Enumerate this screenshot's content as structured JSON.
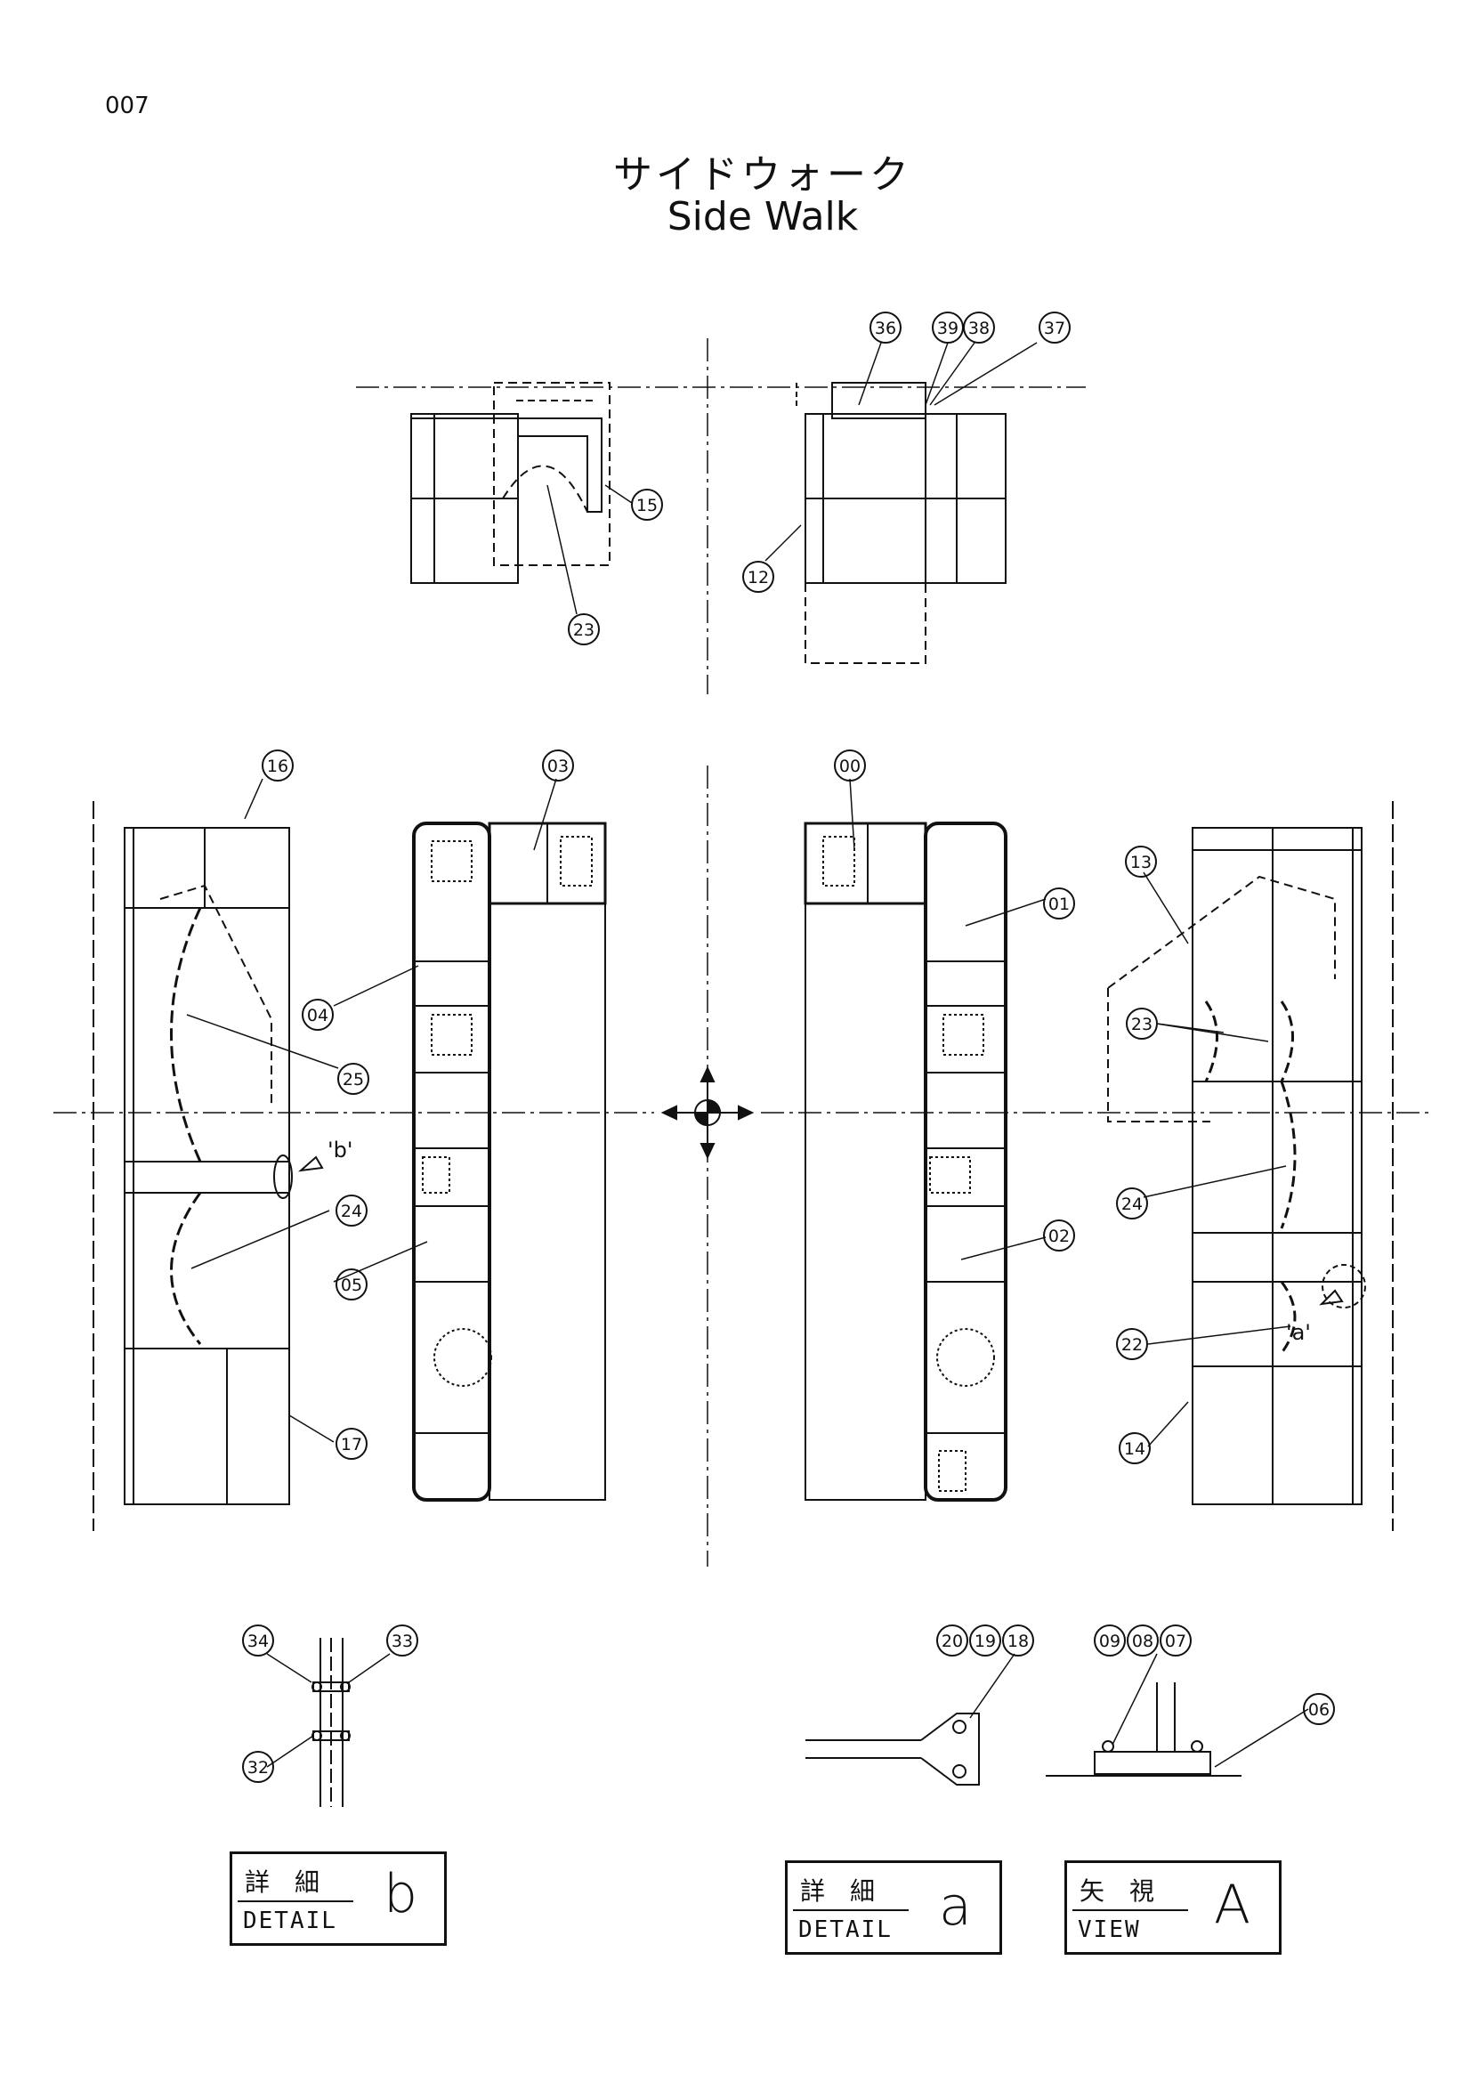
{
  "page_number": "007",
  "title_jp": "サイドウォーク",
  "title_en": "Side Walk",
  "callouts": {
    "c36": "36",
    "c39": "39",
    "c38": "38",
    "c37": "37",
    "c15": "15",
    "c23a": "23",
    "c12": "12",
    "c16": "16",
    "c03": "03",
    "c00": "00",
    "c13": "13",
    "c01": "01",
    "c04": "04",
    "c25": "25",
    "c23b": "23",
    "c24a": "24",
    "c24b": "24",
    "c05": "05",
    "c02": "02",
    "c22": "22",
    "c17": "17",
    "c14": "14",
    "c34": "34",
    "c33": "33",
    "c32": "32",
    "c20": "20",
    "c19": "19",
    "c18": "18",
    "c09": "09",
    "c08": "08",
    "c07": "07",
    "c06": "06"
  },
  "detail_marks": {
    "b": "'b'",
    "a": "'a'"
  },
  "boxes": {
    "detail_b": {
      "jp": "詳細",
      "en": "DETAIL",
      "letter": "b"
    },
    "detail_a": {
      "jp": "詳細",
      "en": "DETAIL",
      "letter": "a"
    },
    "view_a": {
      "jp": "矢視",
      "en": "VIEW",
      "letter": "A"
    }
  }
}
